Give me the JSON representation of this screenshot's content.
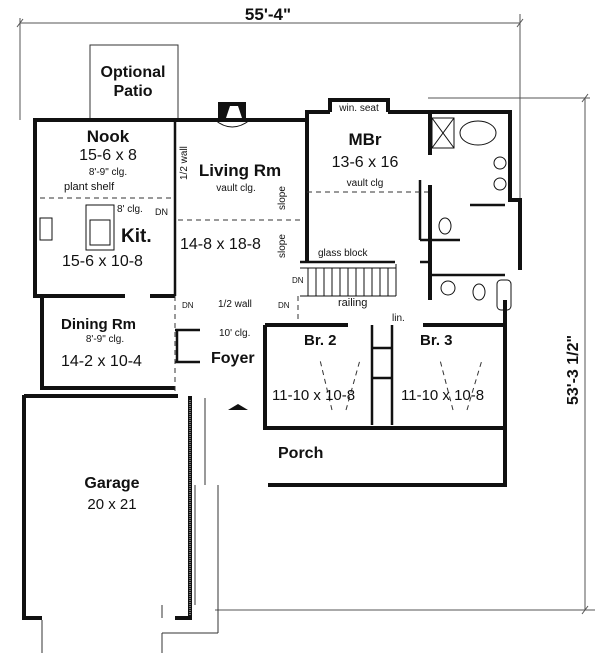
{
  "plan": {
    "overall_width": "55'-4\"",
    "overall_depth": "53'-3 1/2\"",
    "colors": {
      "wall": "#111111",
      "background": "#ffffff",
      "thin_line": "#555555"
    }
  },
  "rooms": {
    "patio": {
      "name_line1": "Optional",
      "name_line2": "Patio"
    },
    "nook": {
      "name": "Nook",
      "size": "15-6 x 8",
      "ceiling": "8'-9\" clg.",
      "note": "plant shelf"
    },
    "kitchen": {
      "name": "Kit.",
      "size": "15-6 x 10-8",
      "ceiling": "8' clg."
    },
    "living": {
      "name": "Living Rm",
      "size": "14-8 x 18-8",
      "ceiling": "vault clg.",
      "half_wall_side": "1/2 wall",
      "half_wall_bottom": "1/2 wall",
      "slope_top": "slope",
      "slope_bottom": "slope"
    },
    "mbr": {
      "name": "MBr",
      "size": "13-6 x 16",
      "ceiling": "vault clg",
      "win_seat": "win. seat",
      "glass_block": "glass block"
    },
    "dining": {
      "name": "Dining Rm",
      "size": "14-2 x 10-4",
      "ceiling": "8'-9\" clg."
    },
    "foyer": {
      "name": "Foyer",
      "ceiling": "10' clg."
    },
    "br2": {
      "name": "Br. 2",
      "size": "11-10 x 10-8"
    },
    "br3": {
      "name": "Br. 3",
      "size": "11-10 x 10-8"
    },
    "linen": {
      "name": "lin."
    },
    "porch": {
      "name": "Porch"
    },
    "garage": {
      "name": "Garage",
      "size": "20 x 21"
    }
  },
  "annotations": {
    "dn": "DN",
    "railing": "railing"
  }
}
